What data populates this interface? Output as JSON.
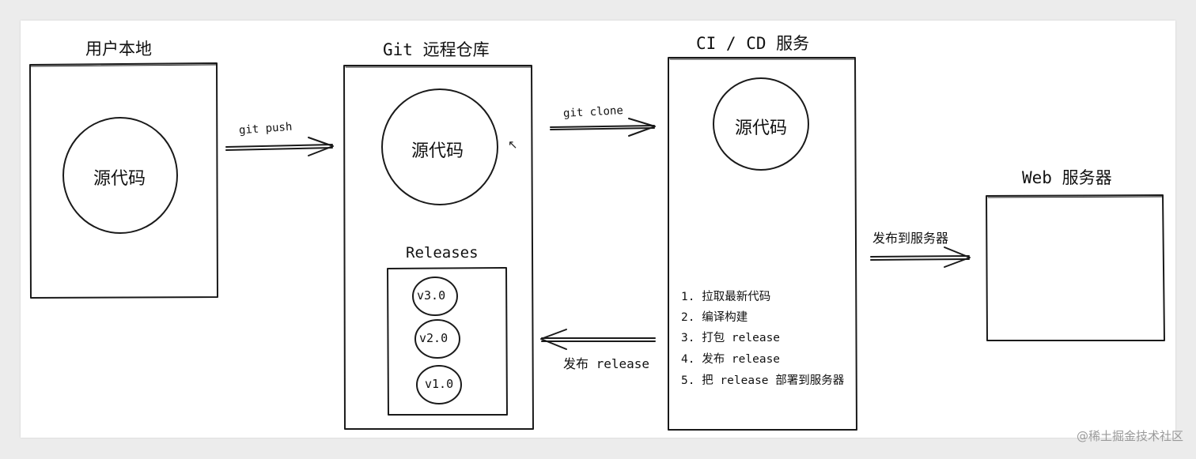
{
  "local": {
    "title": "用户本地",
    "circle": "源代码"
  },
  "remote": {
    "title": "Git 远程仓库",
    "circle": "源代码",
    "releases_title": "Releases",
    "versions": [
      "v3.0",
      "v2.0",
      "v1.0"
    ]
  },
  "ci": {
    "title": "CI / CD 服务",
    "circle": "源代码",
    "steps": [
      "1. 拉取最新代码",
      "2. 编译构建",
      "3. 打包 release",
      "4. 发布 release",
      "5. 把 release 部署到服务器"
    ]
  },
  "web": {
    "title": "Web 服务器"
  },
  "arrows": {
    "push": "git push",
    "clone": "git clone",
    "publish_release": "发布 release",
    "deploy": "发布到服务器"
  },
  "watermark": "@稀土掘金技术社区"
}
